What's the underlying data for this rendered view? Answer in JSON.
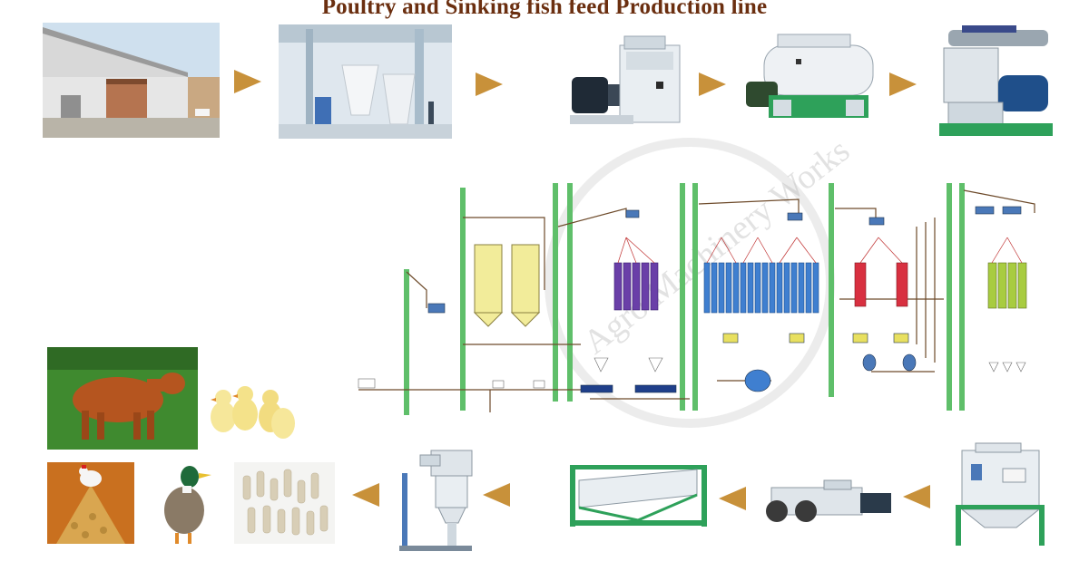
{
  "title": "Poultry and Sinking fish feed Production line",
  "watermark": "Agro Machinery Works",
  "colors": {
    "title": "#6b2f10",
    "arrow": "#c8913a",
    "pipe_green": "#5fbf6a",
    "silo_yellow": "#f2ec9a",
    "bin_purple": "#6a3fa8",
    "bin_blue": "#3f7fd0",
    "bin_red": "#d83040",
    "bin_lime": "#a8cc40"
  },
  "top_flow": [
    "factory-building-photo",
    "feed-mill-interior-photo",
    "hammer-mill-machine",
    "mixer-machine",
    "pellet-mill-machine"
  ],
  "bottom_flow": [
    "counterflow-cooler-machine",
    "crumbler-machine",
    "rotary-screener-machine",
    "packing-scale-machine",
    "feed-pellets-photo"
  ],
  "animals": [
    "cow-photo",
    "chicks-photo",
    "hen-on-feed-photo",
    "duck-photo"
  ]
}
